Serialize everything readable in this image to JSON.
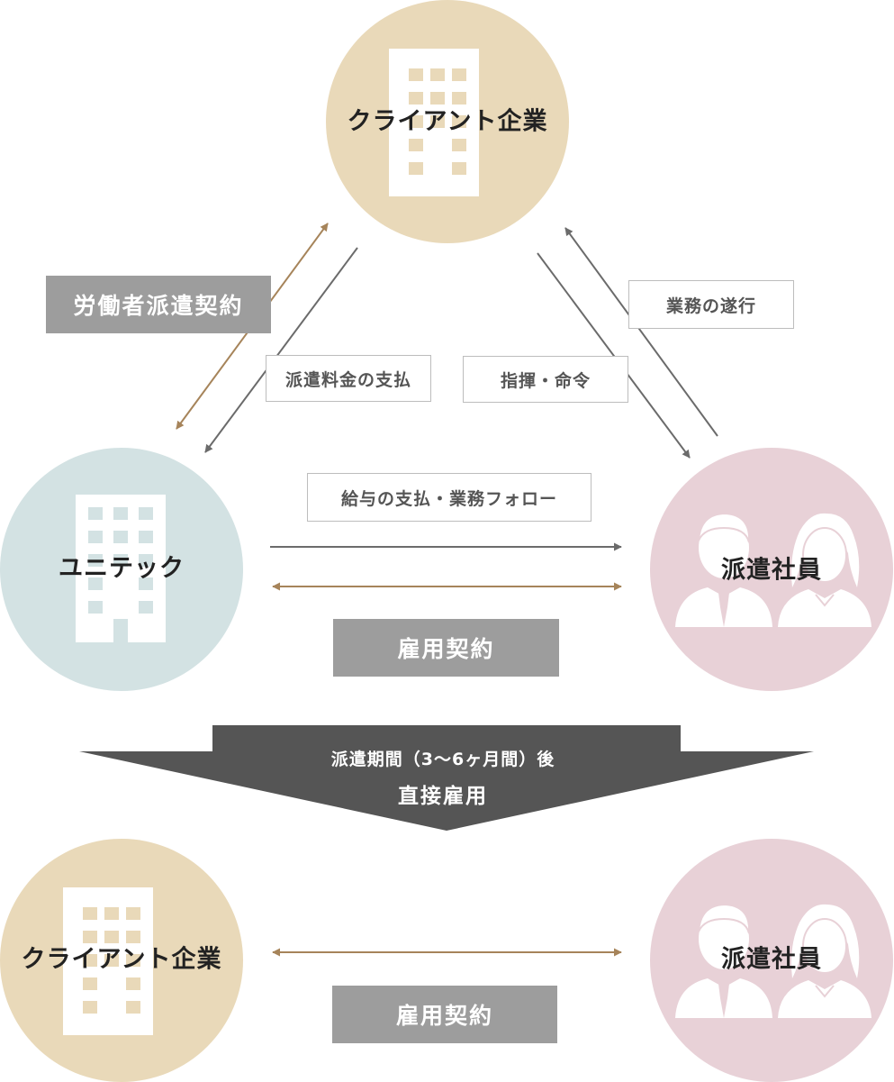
{
  "nodes": {
    "client_top": "クライアント企業",
    "unitec": "ユニテック",
    "staff_top": "派遣社員",
    "client_bottom": "クライアント企業",
    "staff_bottom": "派遣社員"
  },
  "labels": {
    "dispatch_contract": "労働者派遣契約",
    "fee_payment": "派遣料金の支払",
    "command_order": "指揮・命令",
    "task_execution": "業務の遂行",
    "salary_follow": "給与の支払・業務フォロー",
    "employment_contract_top": "雇用契約",
    "employment_contract_bottom": "雇用契約"
  },
  "banner": {
    "line1": "派遣期間（3〜6ヶ月間）後",
    "line2": "直接雇用"
  },
  "colors": {
    "client_circle": "#e9d9b9",
    "unitec_circle": "#d3e2e3",
    "staff_circle": "#e8d1d7",
    "gray_arrow": "#6b6b6b",
    "brown_arrow": "#a6845a",
    "banner": "#555555",
    "filled_box": "#9d9d9d"
  },
  "icons": [
    "building-icon",
    "person-male-icon",
    "person-female-icon"
  ]
}
